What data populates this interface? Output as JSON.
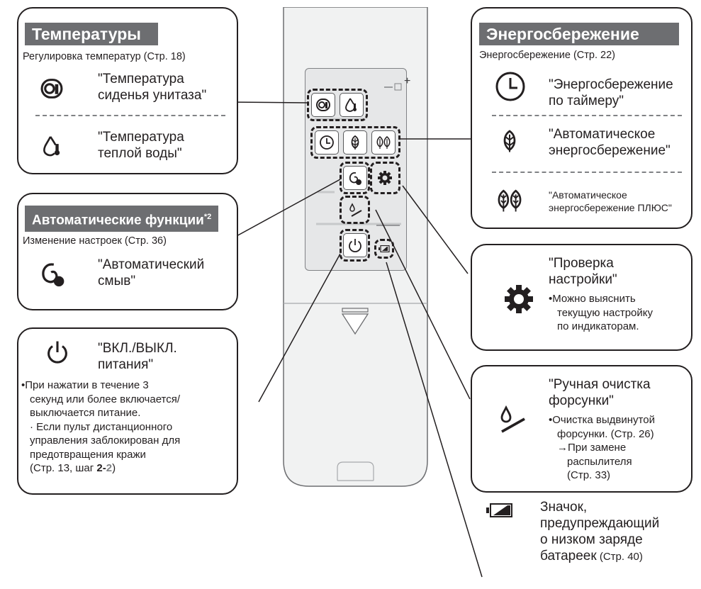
{
  "temps": {
    "header": "Температуры",
    "subtitle": "Регулировка температур (Стр. 18)",
    "seat_line1": "\"Температура",
    "seat_line2": "сиденья унитаза\"",
    "water_line1": "\"Температура",
    "water_line2": "теплой воды\""
  },
  "auto": {
    "header": "Автоматические функции",
    "header_sup": "*2",
    "subtitle": "Изменение настроек (Стр. 36)",
    "flush_line1": "\"Автоматический",
    "flush_line2": "смыв\""
  },
  "power": {
    "line1": "\"ВКЛ./ВЫКЛ.",
    "line2": "питания\"",
    "note1_a": "При нажатии в течение 3",
    "note1_b": "секунд или более включается/",
    "note1_c": "выключается питание.",
    "note2_a": "· Если пульт дистанционного",
    "note2_b": "управления заблокирован для",
    "note2_c": "предотвращения кражи",
    "note2_pre": "(Стр. 13, шаг ",
    "note2_step1": "2",
    "note2_dash": "-",
    "note2_step2": "2",
    "note2_post": ")"
  },
  "energy": {
    "header": "Энергосбережение",
    "subtitle": "Энергосбережение (Стр. 22)",
    "timer_line1": "\"Энергосбережение",
    "timer_line2": "по таймеру\"",
    "auto_line1": "\"Автоматическое",
    "auto_line2": "энергосбережение\"",
    "plus_line1": "\"Автоматическое",
    "plus_line2": "энергосбережение ПЛЮС\""
  },
  "check": {
    "line1": "\"Проверка",
    "line2": "настройки\"",
    "note_a": "Можно выяснить",
    "note_b": "текущую настройку",
    "note_c": "по индикаторам."
  },
  "nozzle": {
    "line1": "\"Ручная очистка",
    "line2": "форсунки\"",
    "note_a": "Очистка выдвинутой",
    "note_b": "форсунки. (Стр. 26)",
    "note_c": "→При замене",
    "note_d": "распылителя",
    "note_e": "(Стр. 33)"
  },
  "battery": {
    "line1": "Значок,",
    "line2": "предупреждающий",
    "line3": "о низком заряде",
    "line4_main": "батареек",
    "line4_ref": " (Стр. 40)"
  },
  "remote": {
    "plus_mark": "+"
  },
  "colors": {
    "header_bg": "#6d6e71",
    "remote_body": "#f1f2f2",
    "panel": "#e6e7e8",
    "outline": "#231f20"
  }
}
